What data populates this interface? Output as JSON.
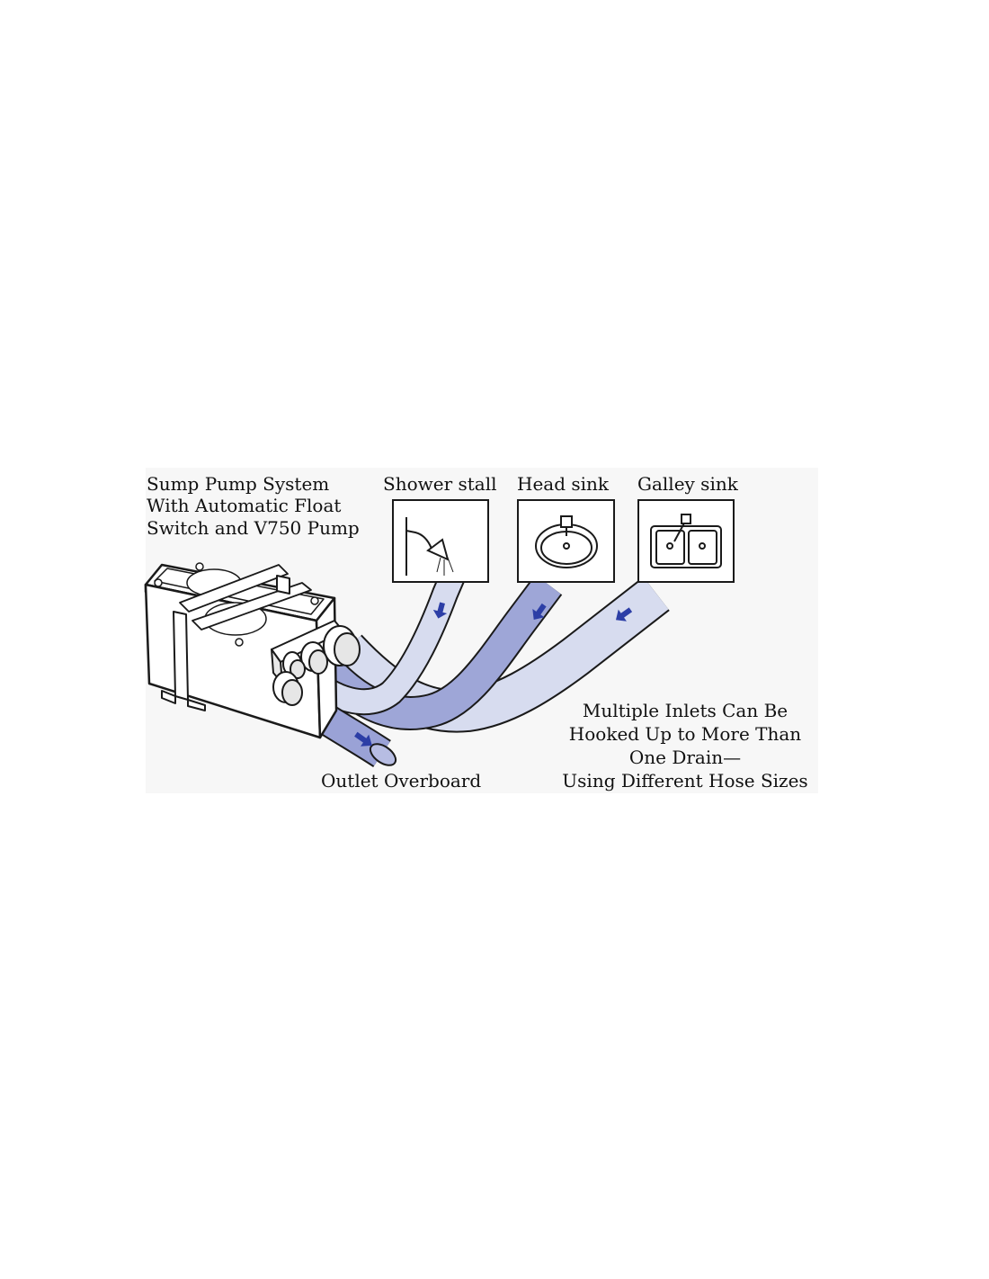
{
  "labels": {
    "system": [
      "Sump Pump System",
      "With Automatic Float",
      "Switch and V750 Pump"
    ],
    "shower": "Shower stall",
    "head": "Head sink",
    "galley": "Galley sink",
    "outlet": "Outlet Overboard",
    "multiple": [
      "Multiple Inlets Can Be",
      "Hooked Up to More Than",
      "One Drain—",
      "Using Different Hose Sizes"
    ]
  },
  "colors": {
    "hose_light": "#d7dcef",
    "hose_dark": "#9ea6d7",
    "hose_outlet": "#9aa2d6",
    "arrow": "#2c3ea6",
    "line": "#1a1a1a"
  },
  "icons": [
    "shower-head-icon",
    "head-sink-icon",
    "galley-sink-icon",
    "flow-arrow-icon"
  ]
}
